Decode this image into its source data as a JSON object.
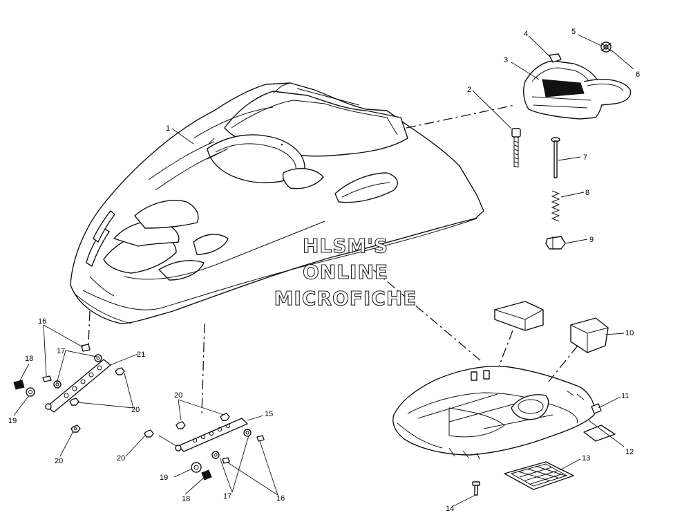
{
  "callouts": [
    {
      "label": "1"
    },
    {
      "label": "2"
    },
    {
      "label": "3"
    },
    {
      "label": "4"
    },
    {
      "label": "5"
    },
    {
      "label": "6"
    },
    {
      "label": "7"
    },
    {
      "label": "8"
    },
    {
      "label": "9"
    },
    {
      "label": "10"
    },
    {
      "label": "11"
    },
    {
      "label": "12"
    },
    {
      "label": "13"
    },
    {
      "label": "14"
    },
    {
      "label": "15"
    },
    {
      "label": "16"
    },
    {
      "label": "16"
    },
    {
      "label": "17"
    },
    {
      "label": "17"
    },
    {
      "label": "18"
    },
    {
      "label": "18"
    },
    {
      "label": "19"
    },
    {
      "label": "19"
    },
    {
      "label": "20"
    },
    {
      "label": "20"
    },
    {
      "label": "20"
    },
    {
      "label": "20"
    },
    {
      "label": "21"
    }
  ],
  "watermark": {
    "line1": "HLSM'S",
    "line2": "ONLINE",
    "line3": "MICROFICHE"
  }
}
